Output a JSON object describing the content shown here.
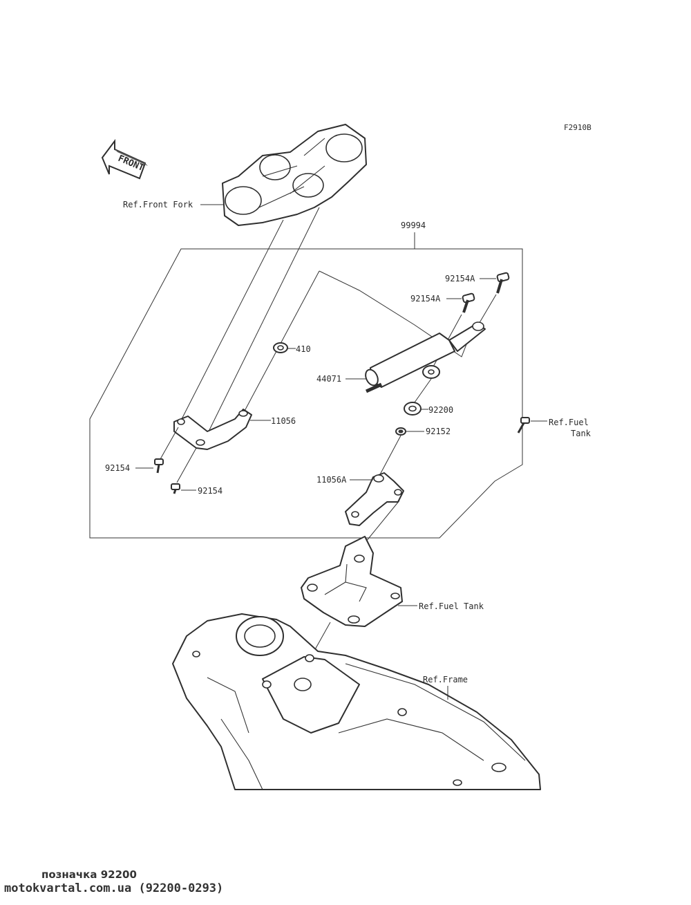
{
  "figure_code": "F2910B",
  "front_arrow_label": "FRONT",
  "callouts": {
    "ref_front_fork": "Ref.Front Fork",
    "kit_99994": "99994",
    "p92154A_top": "92154A",
    "p92154A_mid": "92154A",
    "p410": "410",
    "p44071": "44071",
    "p92200": "92200",
    "ref_fuel_tank_bolt_line1": "Ref.Fuel",
    "ref_fuel_tank_bolt_line2": "Tank",
    "p11056": "11056",
    "p92152": "92152",
    "p92154_left": "92154",
    "p92154_bottom": "92154",
    "p11056A": "11056A",
    "ref_fuel_tank": "Ref.Fuel Tank",
    "ref_frame": "Ref.Frame"
  },
  "footer": {
    "line1": "позначка 92200",
    "line2": "motokvartal.com.ua (92200-0293)"
  }
}
